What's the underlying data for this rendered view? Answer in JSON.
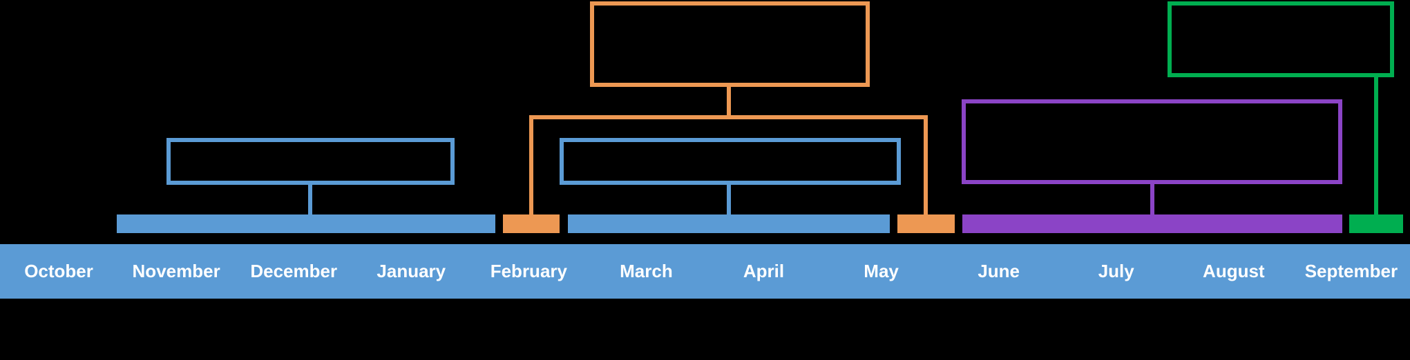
{
  "colors": {
    "background": "#000000",
    "blue": "#5B9BD5",
    "orange": "#ED9853",
    "purple": "#8B44C6",
    "green": "#00AE50",
    "month_text": "#FFFFFF"
  },
  "timeline": {
    "months": [
      "October",
      "November",
      "December",
      "January",
      "February",
      "March",
      "April",
      "May",
      "June",
      "July",
      "August",
      "September"
    ]
  },
  "chart_data": {
    "type": "timeline",
    "unit": "month index (0 = start of October, 12 = end of September)",
    "categories": [
      "October",
      "November",
      "December",
      "January",
      "February",
      "March",
      "April",
      "May",
      "June",
      "July",
      "August",
      "September"
    ],
    "segments": [
      {
        "name": "blue-segment-1",
        "color": "#5B9BD5",
        "start": 0.99,
        "end": 4.22,
        "has_callout": true
      },
      {
        "name": "orange-segment-1",
        "color": "#ED9853",
        "start": 4.28,
        "end": 4.76,
        "has_callout": false
      },
      {
        "name": "blue-segment-2",
        "color": "#5B9BD5",
        "start": 4.83,
        "end": 7.57,
        "has_callout": true
      },
      {
        "name": "orange-segment-2",
        "color": "#ED9853",
        "start": 7.64,
        "end": 8.13,
        "has_callout": false
      },
      {
        "name": "purple-segment",
        "color": "#8B44C6",
        "start": 8.19,
        "end": 11.42,
        "has_callout": true
      },
      {
        "name": "green-segment",
        "color": "#00AE50",
        "start": 11.48,
        "end": 11.94,
        "has_callout": true
      }
    ],
    "callout_boxes": [
      {
        "name": "blue-callout-1",
        "color": "#5B9BD5",
        "text": "",
        "connects_to": [
          "blue-segment-1"
        ]
      },
      {
        "name": "blue-callout-2",
        "color": "#5B9BD5",
        "text": "",
        "connects_to": [
          "blue-segment-2"
        ]
      },
      {
        "name": "orange-callout",
        "color": "#ED9853",
        "text": "",
        "connects_to": [
          "orange-segment-1",
          "orange-segment-2"
        ]
      },
      {
        "name": "purple-callout",
        "color": "#8B44C6",
        "text": "",
        "connects_to": [
          "purple-segment"
        ]
      },
      {
        "name": "green-callout",
        "color": "#00AE50",
        "text": "",
        "connects_to": [
          "green-segment"
        ]
      }
    ],
    "legend_position": "none",
    "grid": false
  }
}
